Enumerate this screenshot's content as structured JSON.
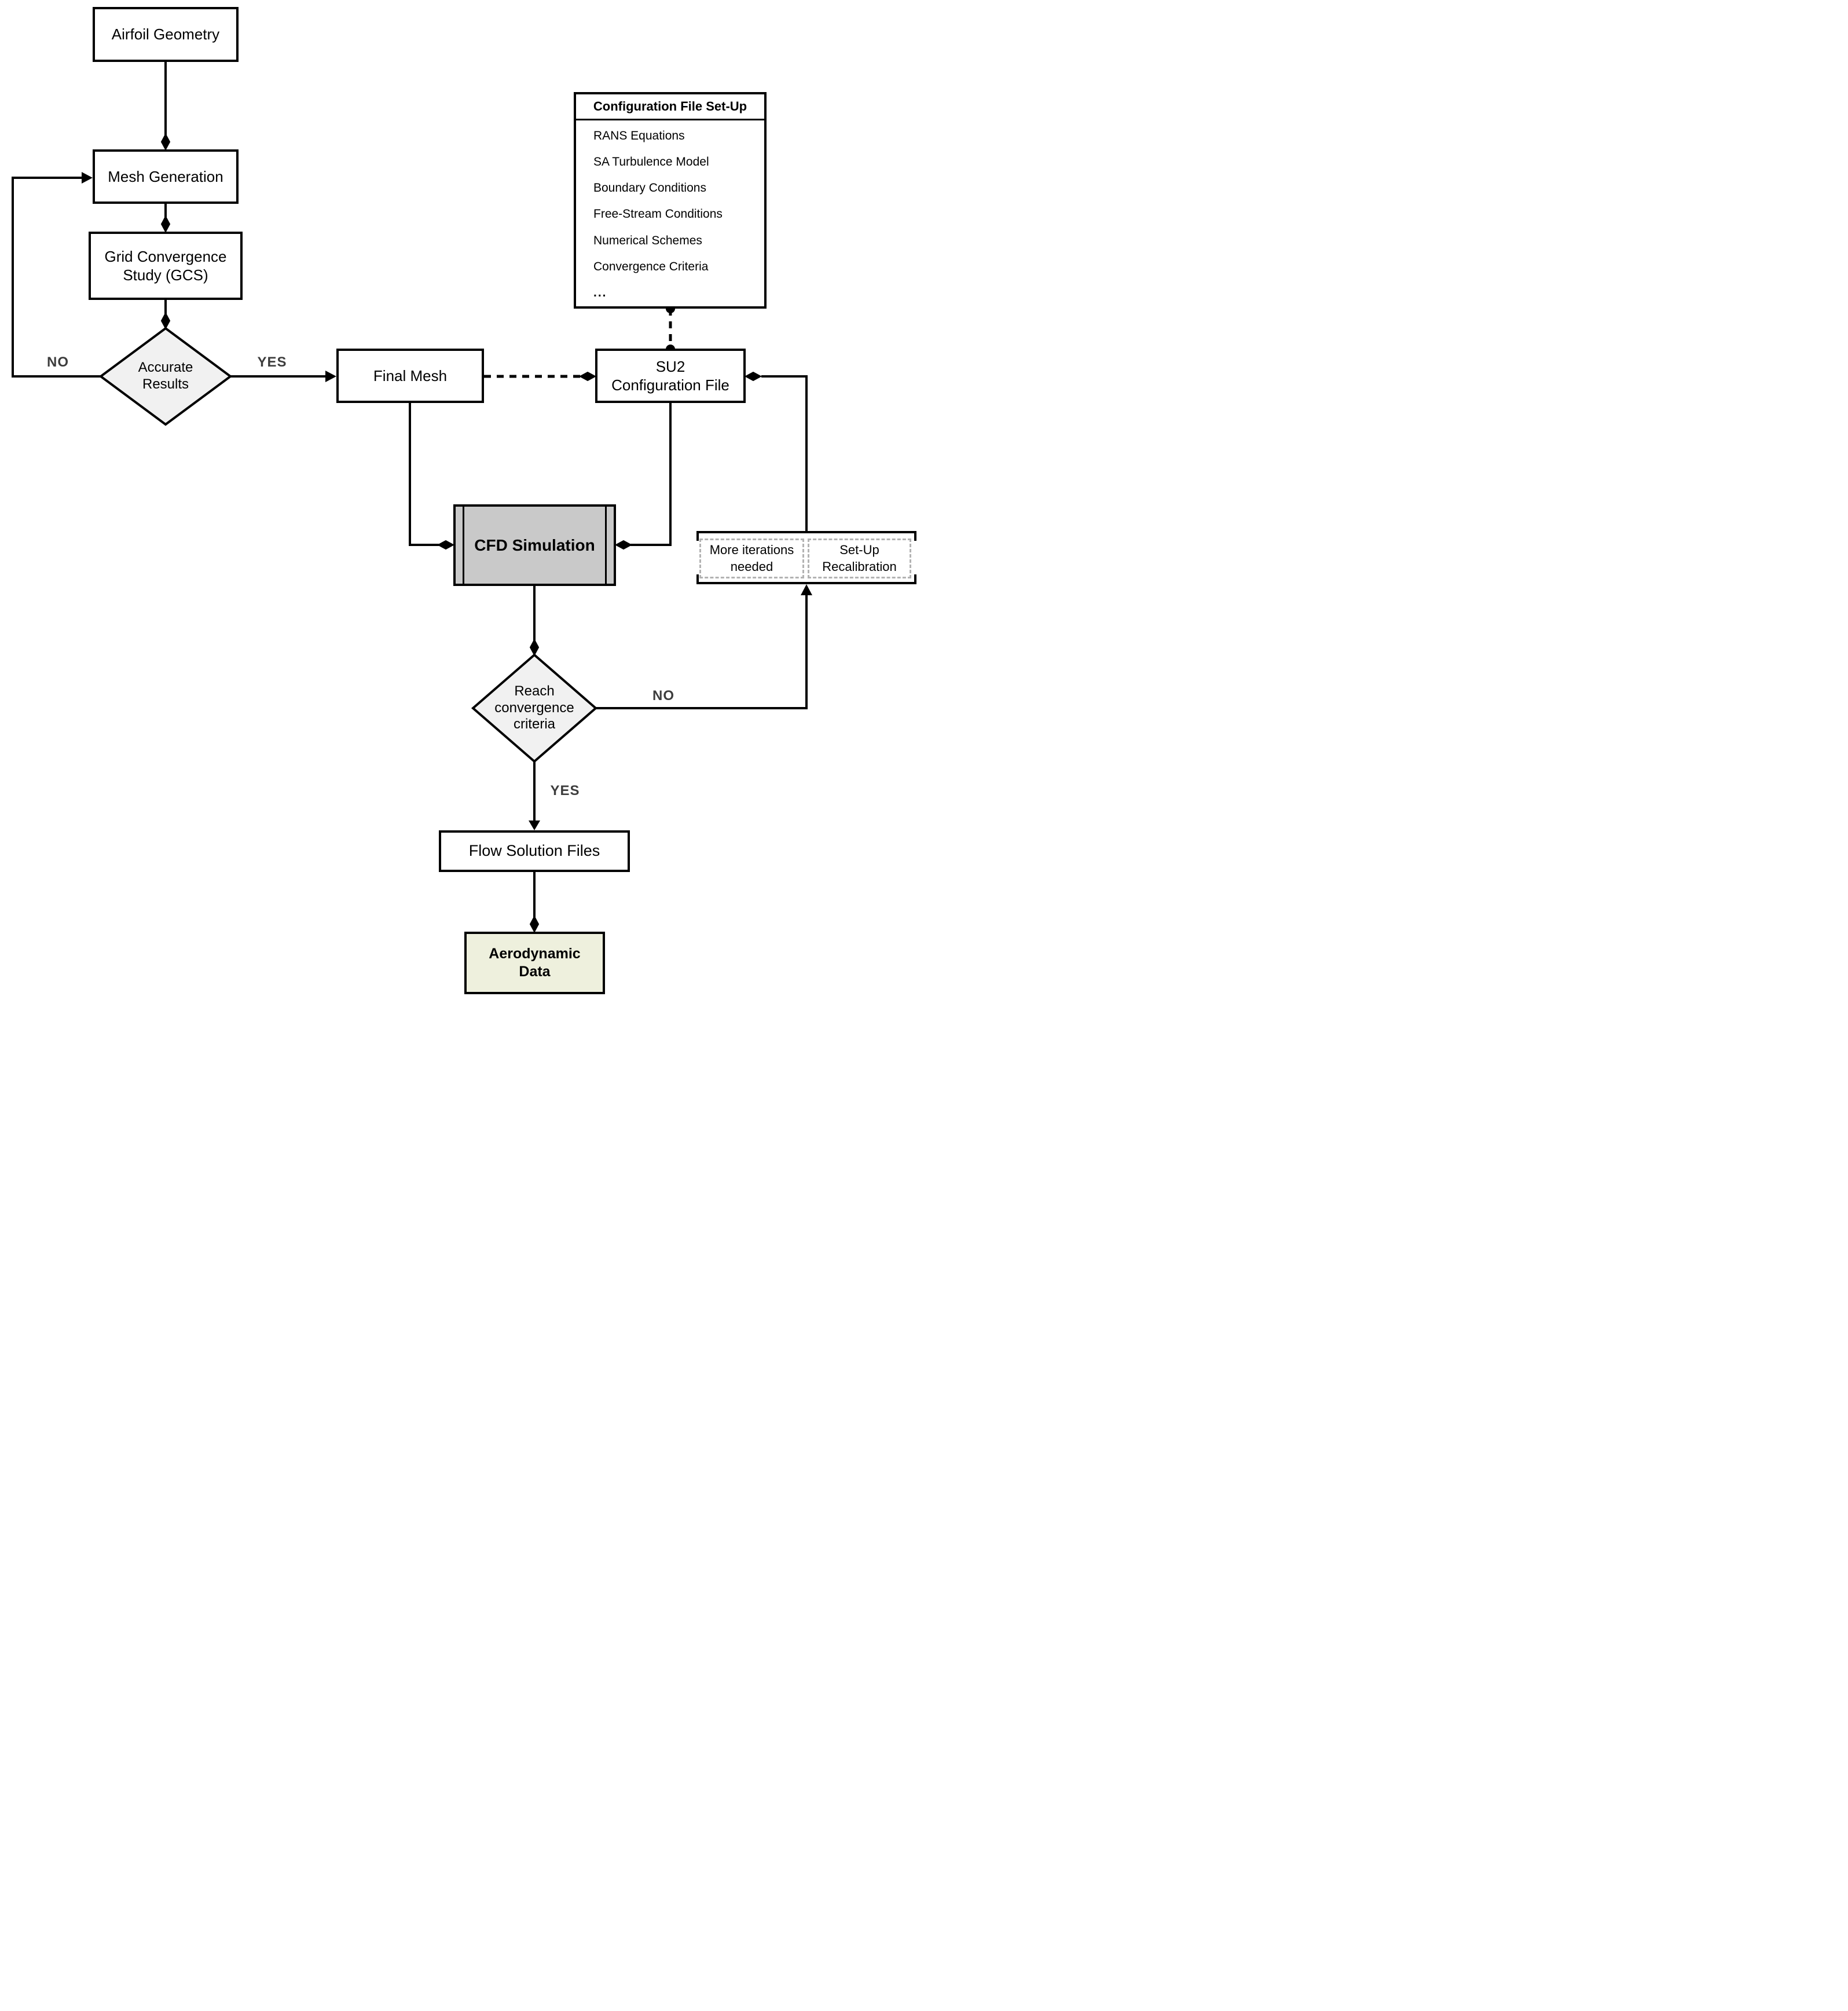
{
  "diagram": {
    "type": "flowchart",
    "nodes": {
      "airfoil": {
        "label": "Airfoil Geometry"
      },
      "mesh": {
        "label": "Mesh Generation"
      },
      "gcs": {
        "label": "Grid Convergence\nStudy (GCS)"
      },
      "accurate": {
        "label": "Accurate\nResults"
      },
      "final_mesh": {
        "label": "Final Mesh"
      },
      "config_setup": {
        "title": "Configuration File Set-Up",
        "items": [
          "RANS Equations",
          "SA Turbulence Model",
          "Boundary Conditions",
          "Free-Stream Conditions",
          "Numerical Schemes",
          "Convergence Criteria",
          "..."
        ]
      },
      "su2": {
        "label": "SU2\nConfiguration File"
      },
      "cfd": {
        "label": "CFD Simulation"
      },
      "convergence": {
        "label": "Reach\nconvergence\ncriteria"
      },
      "more_iterations": {
        "label": "More iterations\nneeded"
      },
      "recalibration": {
        "label": "Set-Up\nRecalibration"
      },
      "flow_files": {
        "label": "Flow Solution Files"
      },
      "aero_data": {
        "label": "Aerodynamic\nData"
      }
    },
    "branch_labels": {
      "accurate_no": "NO",
      "accurate_yes": "YES",
      "convergence_no": "NO",
      "convergence_yes": "YES"
    },
    "colors": {
      "line": "#000000",
      "decision_fill": "#f1f1f1",
      "process_fill": "#c9c9c9",
      "data_fill": "#eef0dd",
      "branch_label_text": "#3d3d3d",
      "dashed_inner_border": "#b3b3b3"
    }
  }
}
